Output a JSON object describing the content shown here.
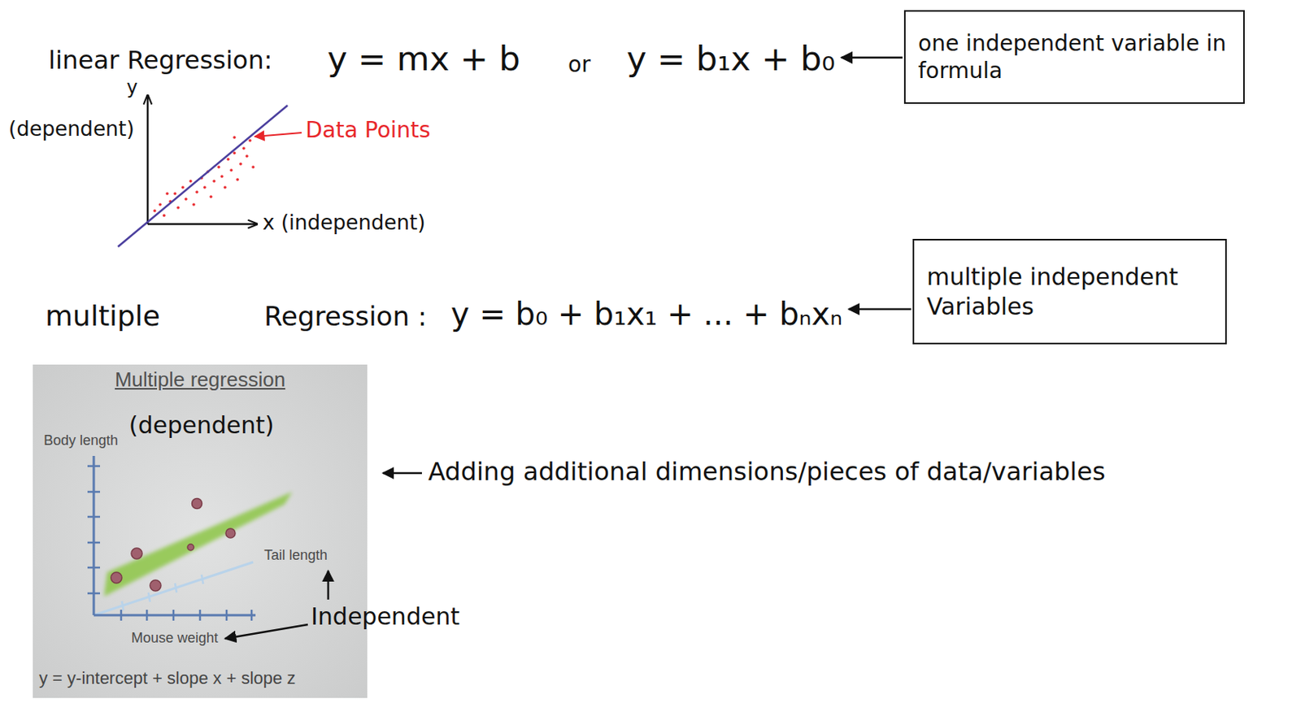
{
  "diagram": {
    "nodes": [
      {
        "text": [
          "one independent variable in formula"
        ]
      },
      {
        "text": [
          "multiple independent Variables"
        ]
      },
      {
        "text": [
          "Multiple regression",
          "Body length",
          "(dependent)",
          "Tail length",
          "Mouse weight",
          "y = y-intercept + slope x + slope z"
        ]
      }
    ],
    "labels": [
      "linear Regression:",
      "y = mx + b",
      "or",
      "y = b₁x + b₀",
      "y",
      "(dependent)",
      "x (independent)",
      "Data Points",
      "multiple",
      "Regression :",
      "y = b₀ + b₁x₁ + ... + bₙxₙ",
      "Adding additional dimensions/pieces of data/variables",
      "Independent"
    ]
  }
}
